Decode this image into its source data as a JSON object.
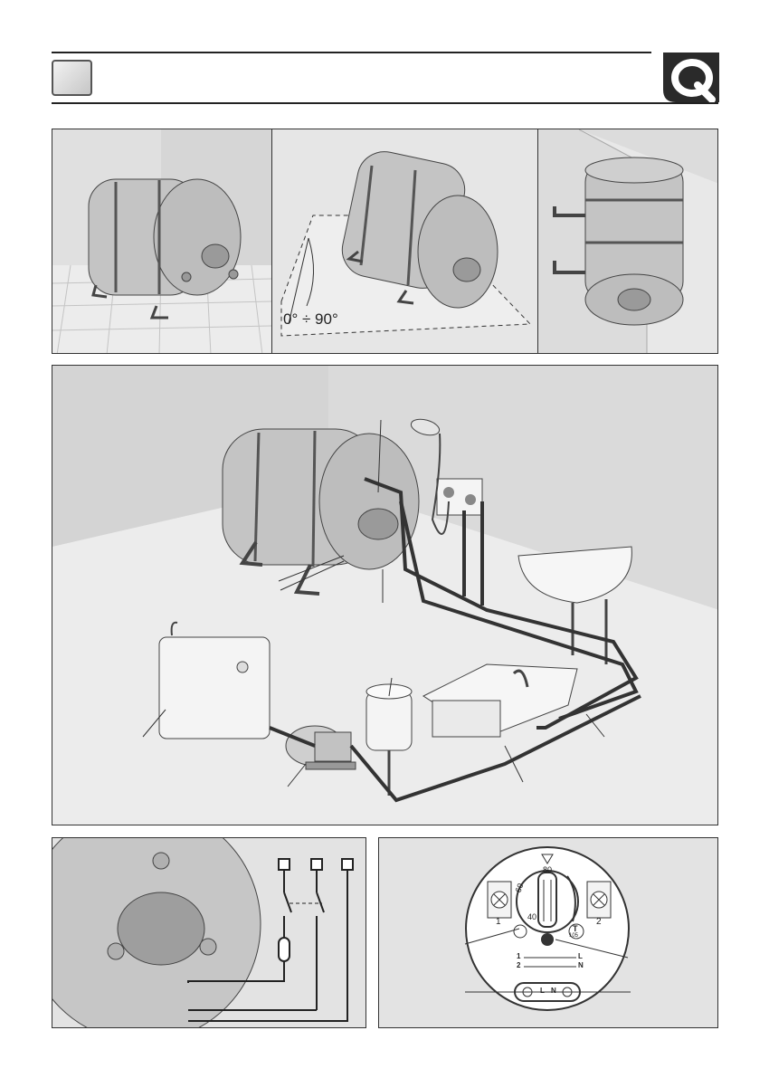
{
  "panel1": {
    "angle_label": "0° ÷ 90°"
  },
  "panel5": {
    "dial_80": "80",
    "dial_60": "60",
    "dial_40": "40",
    "terminal_1": "1",
    "terminal_2": "2",
    "limiter_top": "T",
    "limiter_value": "105",
    "wiring_row1_start": "1",
    "wiring_row1_end": "L",
    "wiring_row2_start": "2",
    "wiring_row2_end": "N",
    "block_L": "L",
    "block_N": "N"
  },
  "colors": {
    "panel_bg": "#e3e3e3",
    "tank": "#c8c8c8",
    "line": "#333333"
  }
}
